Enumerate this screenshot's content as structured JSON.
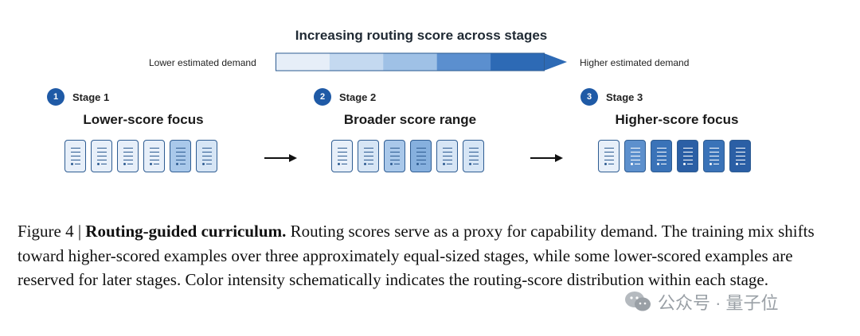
{
  "header": {
    "title": "Increasing routing score across stages",
    "low_label": "Lower estimated demand",
    "high_label": "Higher estimated demand",
    "gradient_colors": [
      "#e6eef8",
      "#c4d9f0",
      "#9fc1e6",
      "#5b8fcf",
      "#2d6ab5"
    ]
  },
  "stages": [
    {
      "number": "1",
      "label": "Stage 1",
      "focus": "Lower-score focus",
      "card_colors": [
        "#e7eff9",
        "#e7eff9",
        "#e7eff9",
        "#e7eff9",
        "#a9c8ea",
        "#d6e5f5"
      ]
    },
    {
      "number": "2",
      "label": "Stage 2",
      "focus": "Broader score range",
      "card_colors": [
        "#e7eff9",
        "#d6e5f5",
        "#a9c8ea",
        "#86b0de",
        "#d6e5f5",
        "#d6e5f5"
      ]
    },
    {
      "number": "3",
      "label": "Stage 3",
      "focus": "Higher-score focus",
      "card_colors": [
        "#e7eff9",
        "#5d90cd",
        "#3a73b8",
        "#2b5fa5",
        "#3a73b8",
        "#2b5fa5"
      ]
    }
  ],
  "caption": {
    "figure_label": "Figure 4 | ",
    "bold_title": "Routing-guided curriculum.",
    "body": " Routing scores serve as a proxy for capability demand. The training mix shifts toward higher-scored examples over three approximately equal-sized stages, while some lower-scored examples are reserved for later stages. Color intensity schematically indicates the routing-score distribution within each stage."
  },
  "watermark": {
    "icon": "wechat-icon",
    "text": "公众号 · 量子位"
  }
}
